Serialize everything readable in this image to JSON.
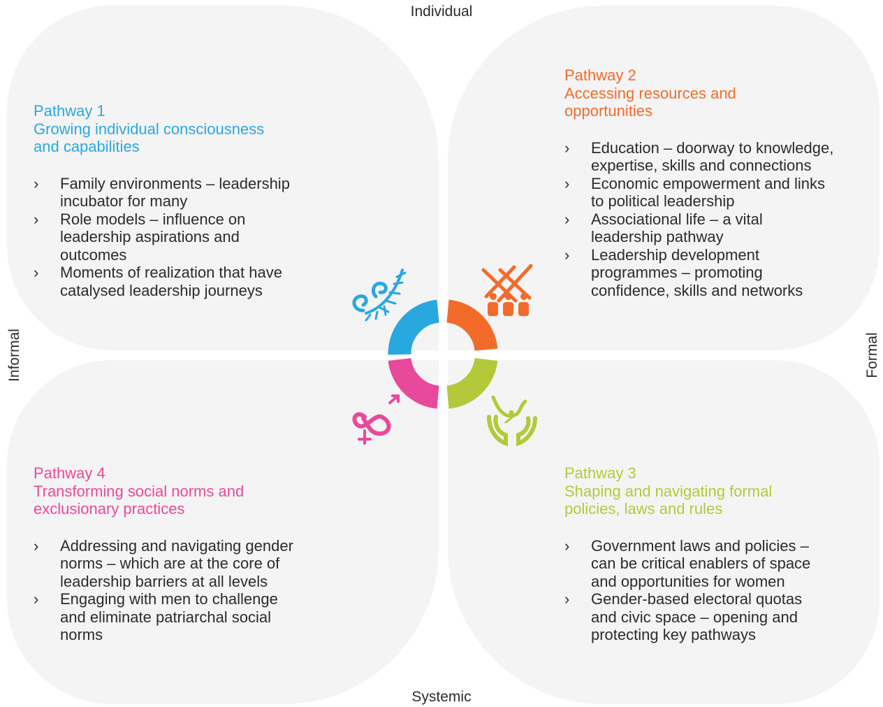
{
  "axes": {
    "top": "Individual",
    "bottom": "Systemic",
    "left": "Informal",
    "right": "Formal"
  },
  "colors": {
    "pathway1": "#29a8e0",
    "pathway2": "#f26b2a",
    "pathway3": "#b4c939",
    "pathway4": "#e9499b",
    "panel": "#f4f4f4"
  },
  "icons": {
    "pathway1": "fern-swirl-icon",
    "pathway2": "raised-hands-group-icon",
    "pathway3": "hands-releasing-dove-icon",
    "pathway4": "gender-symbols-infinity-icon"
  },
  "bullet": "›",
  "pathways": [
    {
      "label": "Pathway 1",
      "title": "Growing individual consciousness\nand capabilities",
      "items": [
        "Family environments – leadership\nincubator for many",
        "Role models – influence on\nleadership aspirations and\noutcomes",
        "Moments of realization that have\ncatalysed leadership journeys"
      ]
    },
    {
      "label": "Pathway 2",
      "title": "Accessing resources and\nopportunities",
      "items": [
        "Education – doorway to knowledge,\nexpertise, skills and connections",
        "Economic empowerment and links\nto political leadership",
        "Associational life – a vital\nleadership pathway",
        "Leadership development\nprogrammes – promoting\nconfidence, skills and networks"
      ]
    },
    {
      "label": "Pathway 3",
      "title": "Shaping and navigating formal\npolicies, laws and rules",
      "items": [
        "Government laws and policies –\ncan be critical enablers of space\nand opportunities for women",
        "Gender-based electoral quotas\nand civic space – opening and\nprotecting key pathways"
      ]
    },
    {
      "label": "Pathway 4",
      "title": "Transforming social norms and\nexclusionary practices",
      "items": [
        "Addressing and navigating gender\nnorms – which are at the core of\nleadership barriers at all levels",
        "Engaging with men to challenge\nand eliminate patriarchal social\nnorms"
      ]
    }
  ]
}
